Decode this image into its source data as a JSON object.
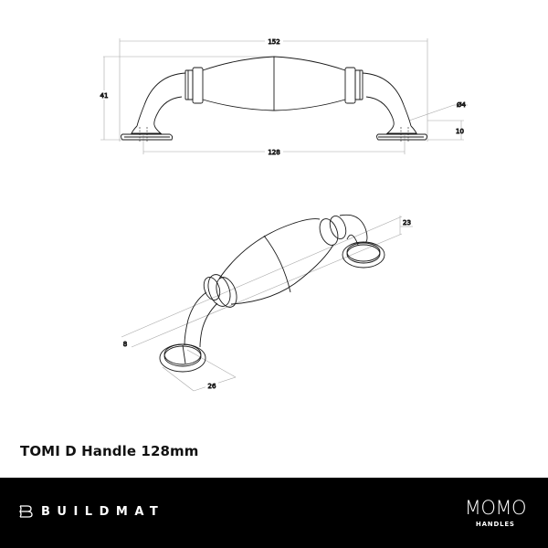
{
  "product": {
    "title": "TOMI D Handle 128mm"
  },
  "front_view": {
    "dimensions": {
      "overall_length": "152",
      "height": "41",
      "hole_centres": "128",
      "screw_diameter": "Ø4",
      "base_height": "10"
    }
  },
  "iso_view": {
    "dimensions": {
      "depth": "23",
      "grip_offset": "8",
      "base_diameter": "26"
    }
  },
  "footer": {
    "brand_left": "BUILDMAT",
    "brand_right": "MOMO",
    "brand_right_sub": "HANDLES",
    "background": "#000000",
    "text_color": "#ffffff"
  }
}
